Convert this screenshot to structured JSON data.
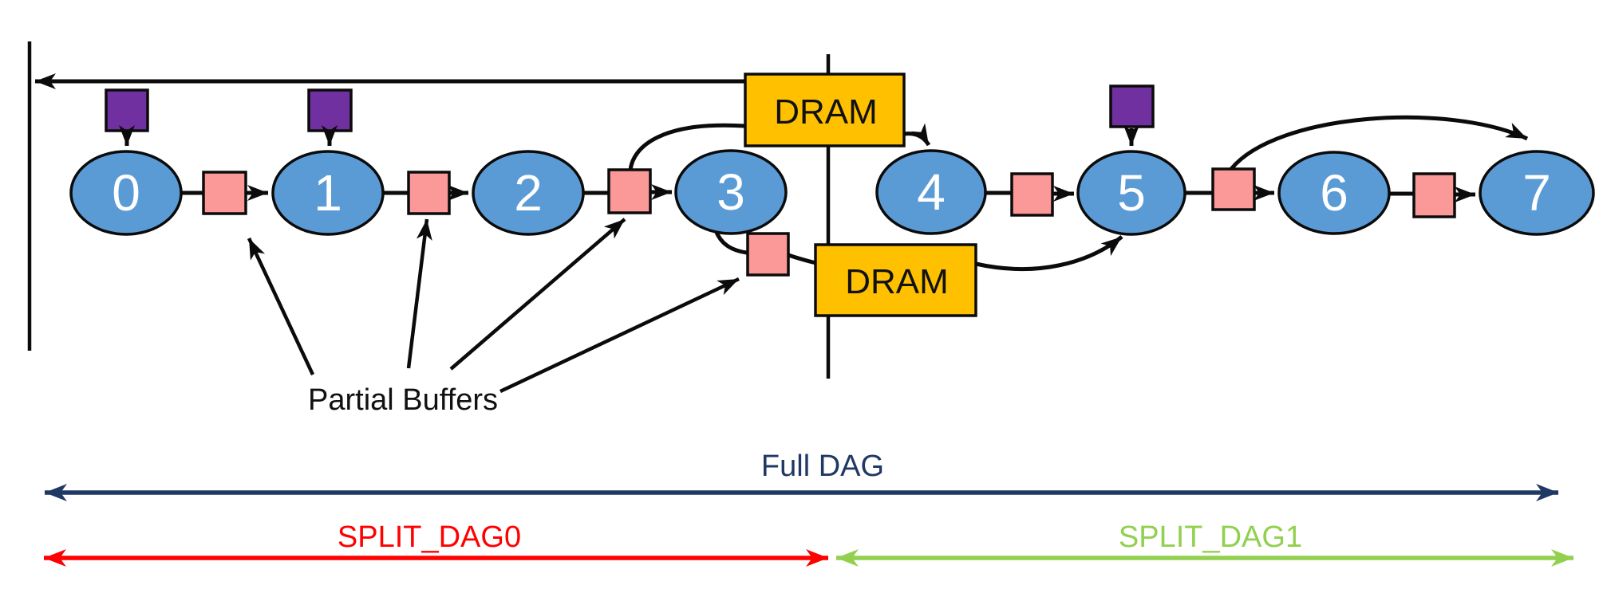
{
  "title": "DAG split across DRAM diagram",
  "graph": {
    "nodes": [
      {
        "label": "0"
      },
      {
        "label": "1"
      },
      {
        "label": "2"
      },
      {
        "label": "3"
      },
      {
        "label": "4"
      },
      {
        "label": "5"
      },
      {
        "label": "6"
      },
      {
        "label": "7"
      }
    ],
    "dram_top": {
      "label": "DRAM"
    },
    "dram_bottom": {
      "label": "DRAM"
    }
  },
  "annotations": {
    "partial_buffers": {
      "label": "Partial Buffers"
    },
    "full_dag": {
      "label": "Full DAG",
      "color": "#1F3864"
    },
    "split_dag0": {
      "label": "SPLIT_DAG0",
      "color": "#FF0000"
    },
    "split_dag1": {
      "label": "SPLIT_DAG1",
      "color": "#92D050"
    }
  },
  "colors": {
    "node_fill": "#5B9BD5",
    "buffer_fill": "#FB9898",
    "input_fill": "#7030A0",
    "dram_fill": "#FFC000",
    "navy": "#1F3864",
    "red": "#FF0000",
    "green": "#92D050"
  }
}
